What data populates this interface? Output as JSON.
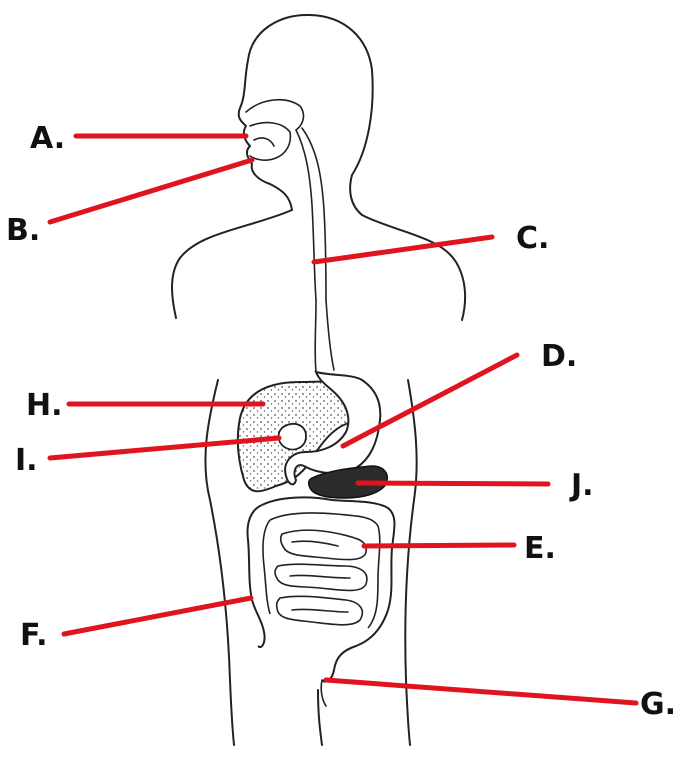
{
  "colors": {
    "leader": "#e0141e",
    "ink": "#222222",
    "pancreas": "#2b2b2b",
    "liver_dots": "#555555"
  },
  "labels": [
    {
      "key": "A",
      "text": "A."
    },
    {
      "key": "B",
      "text": "B."
    },
    {
      "key": "C",
      "text": "C."
    },
    {
      "key": "D",
      "text": "D."
    },
    {
      "key": "E",
      "text": "E."
    },
    {
      "key": "F",
      "text": "F."
    },
    {
      "key": "G",
      "text": "G."
    },
    {
      "key": "H",
      "text": "H."
    },
    {
      "key": "I",
      "text": "I."
    },
    {
      "key": "J",
      "text": "J."
    }
  ]
}
